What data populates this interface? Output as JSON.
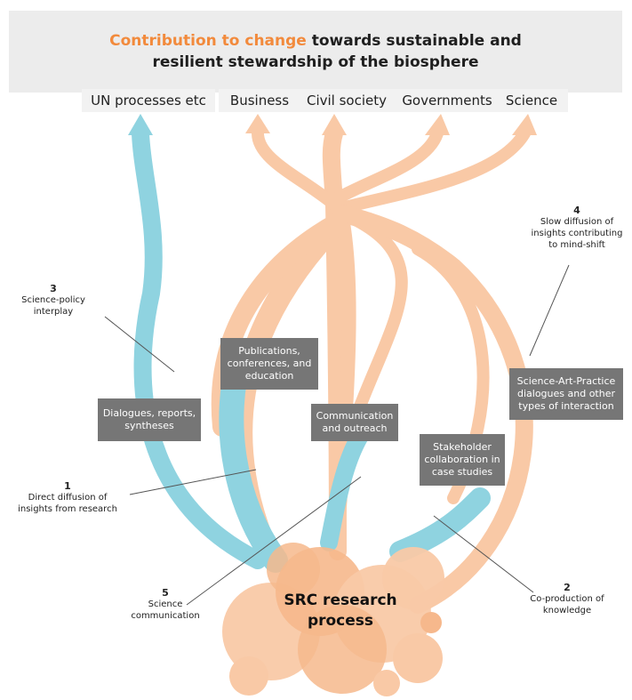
{
  "title": {
    "highlight": "Contribution to change",
    "rest_line1": " towards sustainable and",
    "line2": "resilient stewardship of the biosphere"
  },
  "targets": [
    "UN processes etc",
    "Business",
    "Civil society",
    "Governments",
    "Science"
  ],
  "boxes": {
    "dialogues": "Dialogues, reports, syntheses",
    "publications": "Publications, conferences, and education",
    "communication": "Communication and outreach",
    "stakeholder": "Stakeholder collaboration in case studies",
    "science_art": "Science-Art-Practice dialogues and other types of interaction"
  },
  "notes": {
    "n1": {
      "num": "1",
      "text": "Direct diffusion of insights from research"
    },
    "n2": {
      "num": "2",
      "text": "Co-production of knowledge"
    },
    "n3": {
      "num": "3",
      "text": "Science-policy interplay"
    },
    "n4": {
      "num": "4",
      "text": "Slow diffusion of insights contributing to mind-shift"
    },
    "n5": {
      "num": "5",
      "text": "Science communication"
    }
  },
  "source_label": "SRC research process",
  "colors": {
    "orange": "#f28a3c",
    "peach": "#f9c9a6",
    "blue": "#8fd3e0",
    "box": "#767676",
    "band": "#ececec"
  }
}
